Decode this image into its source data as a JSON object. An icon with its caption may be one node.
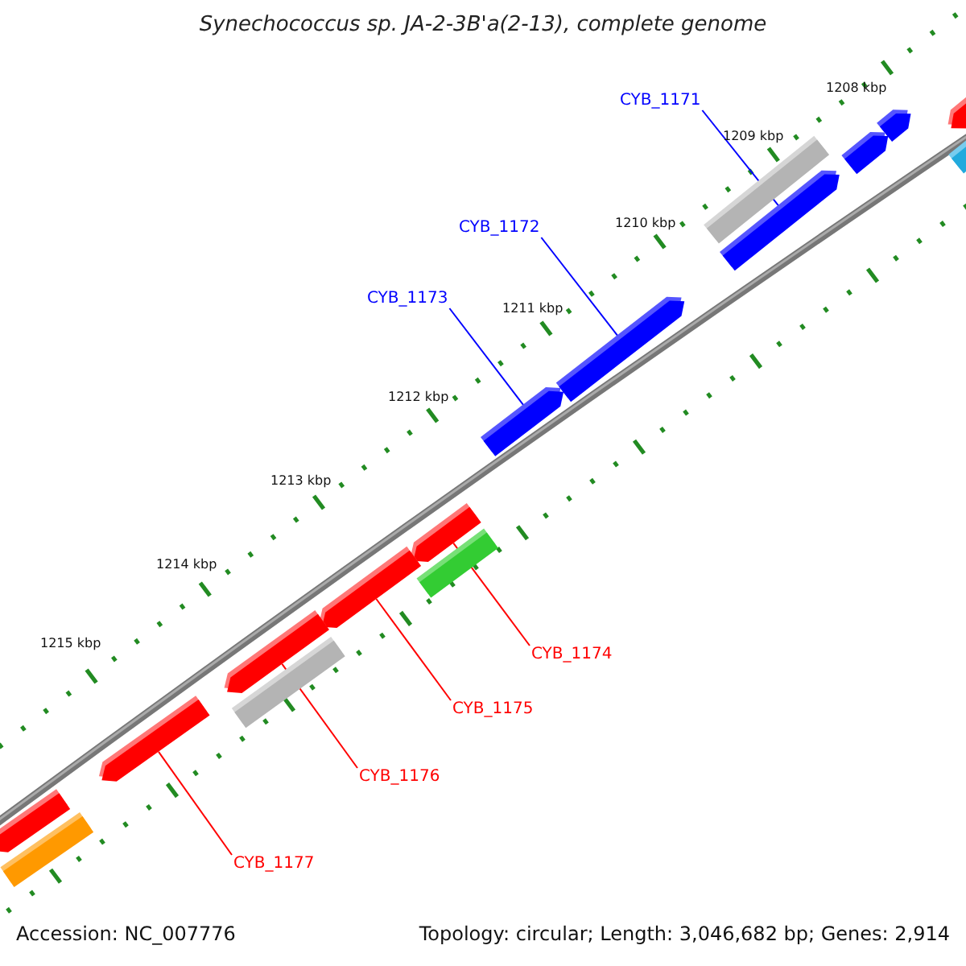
{
  "diagram": {
    "title": "Synechococcus sp. JA-2-3B'a(2-13), complete genome",
    "nodes": [
      {
        "text": [
          "CYB_1171"
        ]
      },
      {
        "text": [
          "CYB_1172"
        ]
      },
      {
        "text": [
          "CYB_1173"
        ]
      },
      {
        "text": [
          "CYB_1174"
        ]
      },
      {
        "text": [
          "CYB_1175"
        ]
      },
      {
        "text": [
          "CYB_1176"
        ]
      },
      {
        "text": [
          "CYB_1177"
        ]
      },
      {
        "text": [],
        "shape": "bar"
      },
      {
        "text": [],
        "shape": "bar"
      },
      {
        "text": [],
        "shape": "bar"
      },
      {
        "text": [],
        "shape": "bar"
      },
      {
        "text": [],
        "shape": "bar"
      },
      {
        "text": [],
        "shape": "bar"
      },
      {
        "text": [],
        "shape": "bar"
      },
      {
        "text": [],
        "shape": "bar"
      },
      {
        "text": [],
        "shape": "bar"
      },
      {
        "text": [],
        "shape": "bar"
      },
      {
        "text": [],
        "shape": "bar"
      },
      {
        "text": [],
        "shape": "bar"
      },
      {
        "text": [],
        "shape": "bar"
      },
      {
        "text": [],
        "shape": "bar"
      },
      {
        "text": [],
        "shape": "bar"
      },
      {
        "text": [],
        "shape": "bar"
      }
    ],
    "edges": [
      {
        "from": 0,
        "to": 12,
        "arrow": "none",
        "color": "#0000ff"
      },
      {
        "from": 1,
        "to": 13,
        "arrow": "none",
        "color": "#0000ff"
      },
      {
        "from": 2,
        "to": 14,
        "arrow": "none",
        "color": "#0000ff"
      },
      {
        "from": 3,
        "to": 15,
        "arrow": "none"
      },
      {
        "from": 4,
        "to": 17,
        "arrow": "none"
      },
      {
        "from": 5,
        "to": 18,
        "arrow": "none"
      },
      {
        "from": 6,
        "to": 20,
        "arrow": "none"
      }
    ],
    "labels": [
      "1208 kbp",
      "1209 kbp",
      "1210 kbp",
      "1211 kbp",
      "1212 kbp",
      "1213 kbp",
      "1214 kbp",
      "1215 kbp",
      "Accession: NC_007776",
      "Topology: circular; Length: 3,046,682 bp; Genes: 2,914"
    ]
  }
}
